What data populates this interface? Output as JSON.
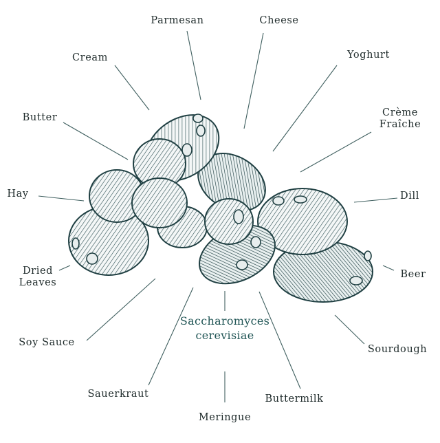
{
  "title": {
    "line1": "Saccharomyces",
    "line2": "cerevisiae"
  },
  "colors": {
    "title": "#1f5454",
    "ink": "#1f3f42",
    "text": "#1e2a2a"
  },
  "labels": {
    "parmesan": "Parmesan",
    "cheese": "Cheese",
    "yoghurt": "Yoghurt",
    "creme_fraiche_1": "Crème",
    "creme_fraiche_2": "Fraîche",
    "cream": "Cream",
    "butter": "Butter",
    "hay": "Hay",
    "dill": "Dill",
    "dried_leaves_1": "Dried",
    "dried_leaves_2": "Leaves",
    "beer": "Beer",
    "soy_sauce": "Soy Sauce",
    "sourdough": "Sourdough",
    "sauerkraut": "Sauerkraut",
    "meringue": "Meringue",
    "buttermilk": "Buttermilk"
  }
}
